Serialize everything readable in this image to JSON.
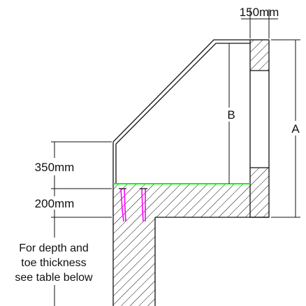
{
  "labels": {
    "dim_top": "150mm",
    "dim_a": "A",
    "dim_b": "B",
    "dim_350": "350mm",
    "dim_200": "200mm",
    "note_line1": "For depth and",
    "note_line2": "toe thickness",
    "note_line3": "see table below"
  },
  "colors": {
    "ink": "#111111",
    "waterproof_line": "#00ff00",
    "bars": "#ff00ff",
    "background": "#ffffff"
  }
}
